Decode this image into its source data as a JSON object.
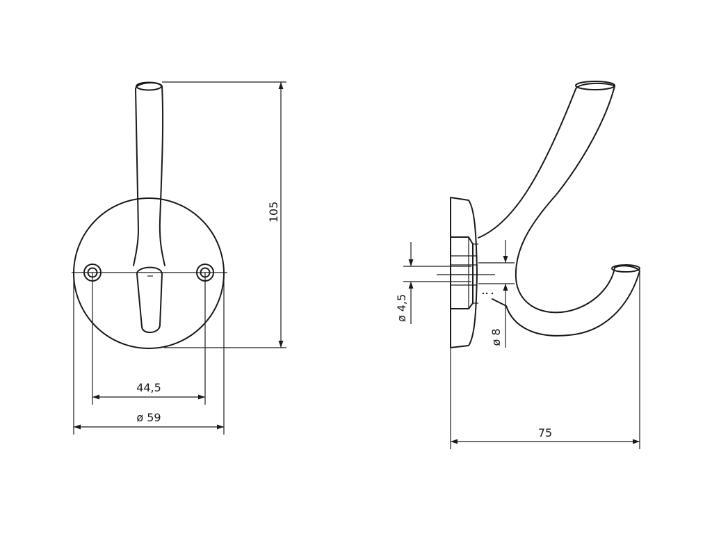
{
  "drawing": {
    "dimensions": {
      "height": "105",
      "hole_spacing": "44,5",
      "plate_diameter": "ø 59",
      "depth": "75",
      "hole_diameter": "ø 4,5",
      "head_diameter": "ø 8"
    }
  }
}
